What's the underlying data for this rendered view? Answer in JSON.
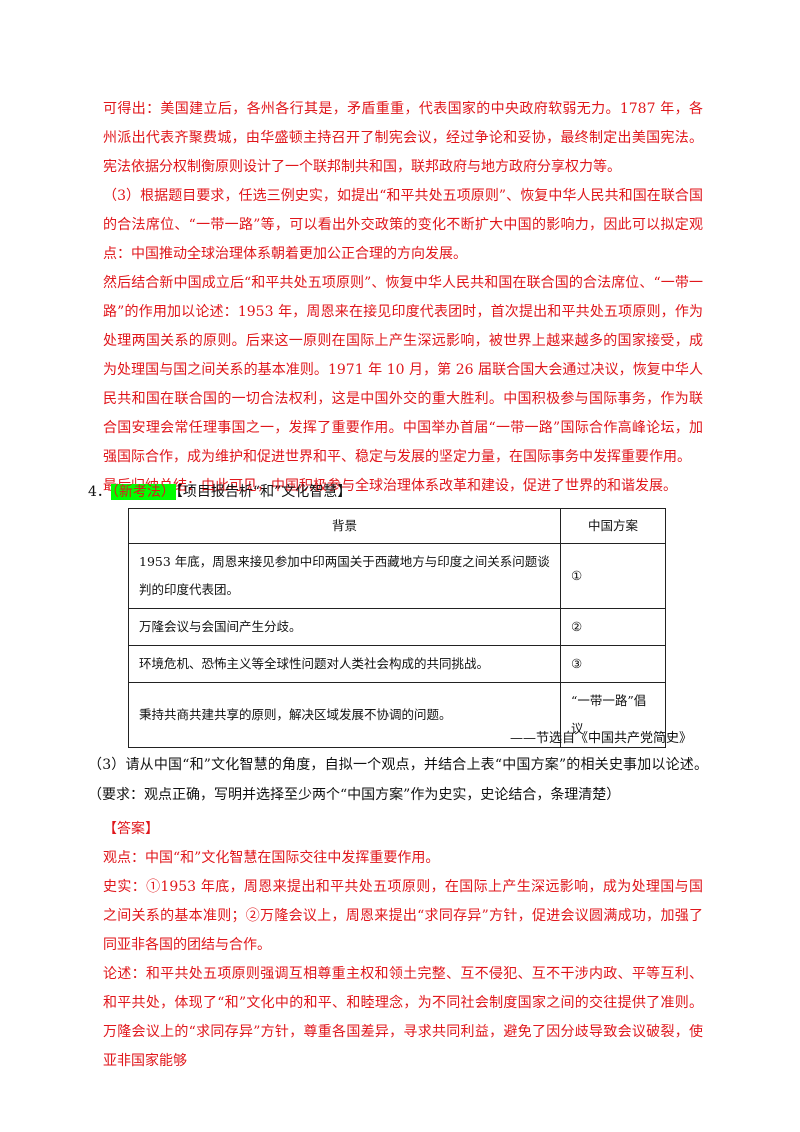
{
  "block_top": {
    "line1": "可得出：美国建立后，各州各行其是，矛盾重重，代表国家的中央政府软弱无力。1787 年，各州派出代表齐聚费城，由华盛顿主持召开了制宪会议，经过争论和妥协，最终制定出美国宪法。宪法依据分权制衡原则设计了一个联邦制共和国，联邦政府与地方政府分享权力等。",
    "line2": "（3）根据题目要求，任选三例史实，如提出“和平共处五项原则”、恢复中华人民共和国在联合国的合法席位、“一带一路”等，可以看出外交政策的变化不断扩大中国的影响力，因此可以拟定观点：中国推动全球治理体系朝着更加公正合理的方向发展。",
    "line3": "然后结合新中国成立后“和平共处五项原则”、恢复中华人民共和国在联合国的合法席位、“一带一路”的作用加以论述：1953 年，周恩来在接见印度代表团时，首次提出和平共处五项原则，作为处理两国关系的原则。后来这一原则在国际上产生深远影响，被世界上越来越多的国家接受，成为处理国与国之间关系的基本准则。1971 年 10 月，第 26 届联合国大会通过决议，恢复中华人民共和国在联合国的一切合法权利，这是中国外交的重大胜利。中国积极参与国际事务，作为联合国安理会常任理事国之一，发挥了重要作用。中国举办首届“一带一路”国际合作高峰论坛，加强国际合作，成为维护和促进世界和平、稳定与发展的坚定力量，在国际事务中发挥重要作用。",
    "line4": "最后归纳总结：由此可见，中国积极参与全球治理体系改革和建设，促进了世界的和谐发展。"
  },
  "question4": {
    "number": "4．",
    "tag": "（新考法）",
    "title": "【项目报告析“和”文化智慧】"
  },
  "table": {
    "headers": [
      "背景",
      "中国方案"
    ],
    "rows": [
      [
        "1953 年底，周恩来接见参加中印两国关于西藏地方与印度之间关系问题谈判的印度代表团。",
        "①"
      ],
      [
        "万隆会议与会国间产生分歧。",
        "②"
      ],
      [
        "环境危机、恐怖主义等全球性问题对人类社会构成的共同挑战。",
        "③"
      ],
      [
        "秉持共商共建共享的原则，解决区域发展不协调的问题。",
        "“一带一路”倡议"
      ]
    ]
  },
  "source": "——节选自《中国共产党简史》",
  "question3": "（3）请从中国“和”文化智慧的角度，自拟一个观点，并结合上表“中国方案”的相关史事加以论述。（要求：观点正确，写明并选择至少两个“中国方案”作为史实，史论结合，条理清楚）",
  "answer": {
    "label": "【答案】",
    "view": "观点：中国“和”文化智慧在国际交往中发挥重要作用。",
    "facts": "史实：①1953 年底，周恩来提出和平共处五项原则，在国际上产生深远影响，成为处理国与国之间关系的基本准则；②万隆会议上，周恩来提出“求同存异”方针，促进会议圆满成功，加强了同亚非各国的团结与合作。",
    "argument": "论述：和平共处五项原则强调互相尊重主权和领土完整、互不侵犯、互不干涉内政、平等互利、和平共处，体现了“和”文化中的和平、和睦理念，为不同社会制度国家之间的交往提供了准则。万隆会议上的“求同存异”方针，尊重各国差异，寻求共同利益，避免了因分歧导致会议破裂，使亚非国家能够"
  }
}
